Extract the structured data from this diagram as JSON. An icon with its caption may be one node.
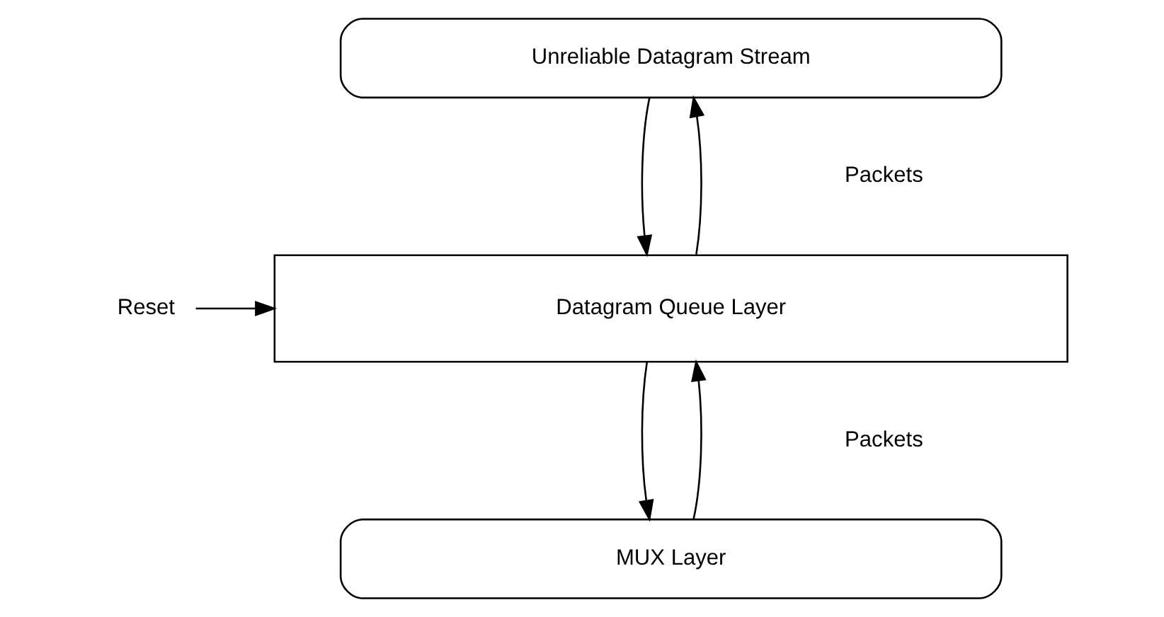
{
  "diagram": {
    "nodes": [
      {
        "text": [
          "Unreliable Datagram Stream"
        ]
      },
      {
        "text": [
          "Datagram Queue Layer"
        ]
      },
      {
        "text": [
          "MUX Layer"
        ]
      },
      {
        "text": [
          "Reset"
        ]
      }
    ],
    "edges": [
      {
        "from": 0,
        "to": 1,
        "arrow": "to"
      },
      {
        "from": 1,
        "to": 0,
        "arrow": "to"
      },
      {
        "from": 1,
        "to": 2,
        "arrow": "to"
      },
      {
        "from": 2,
        "to": 1,
        "arrow": "to"
      },
      {
        "from": 3,
        "to": 1,
        "arrow": "to"
      }
    ],
    "labels": [
      "Packets",
      "Packets"
    ]
  }
}
